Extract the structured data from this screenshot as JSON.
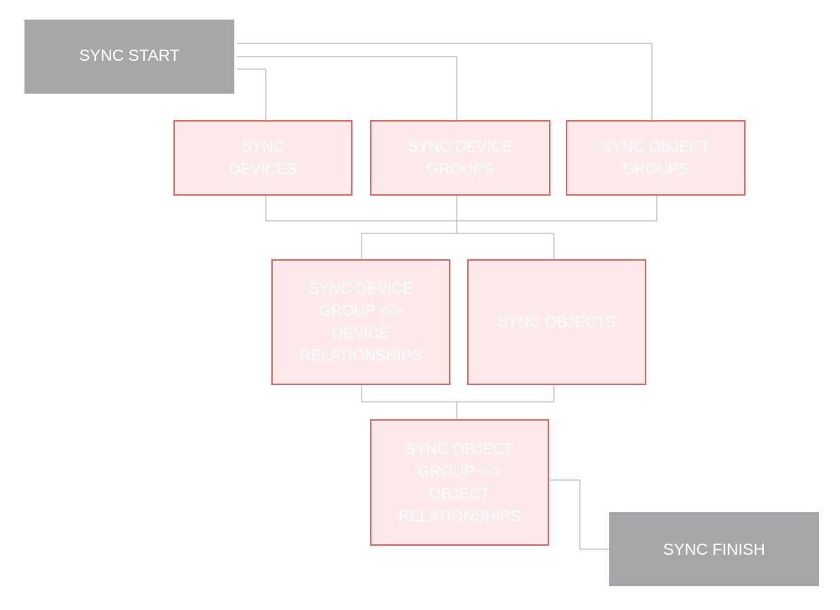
{
  "nodes": {
    "start": "SYNC START",
    "devices": "SYNC\nDEVICES",
    "device_groups": "SYNC DEVICE\nGROUPS",
    "object_groups": "SYNC OBJECT\nGROUPS",
    "device_group_device_relationships": "SYNC DEVICE\nGROUP <->\nDEVICE\nRELATIONSHIPS",
    "objects": "SYNC OBJECTS",
    "object_group_object_relationships": "SYNC OBJECT\nGROUP <->\nOBJECT\nRELATIONSHIPS",
    "finish": "SYNC FINISH"
  },
  "colors": {
    "terminal_fill": "#a7a6ab",
    "step_fill": "#fdeaea",
    "step_border": "#e9645f",
    "connector": "#a4a4a4",
    "text": "#ffffff"
  }
}
